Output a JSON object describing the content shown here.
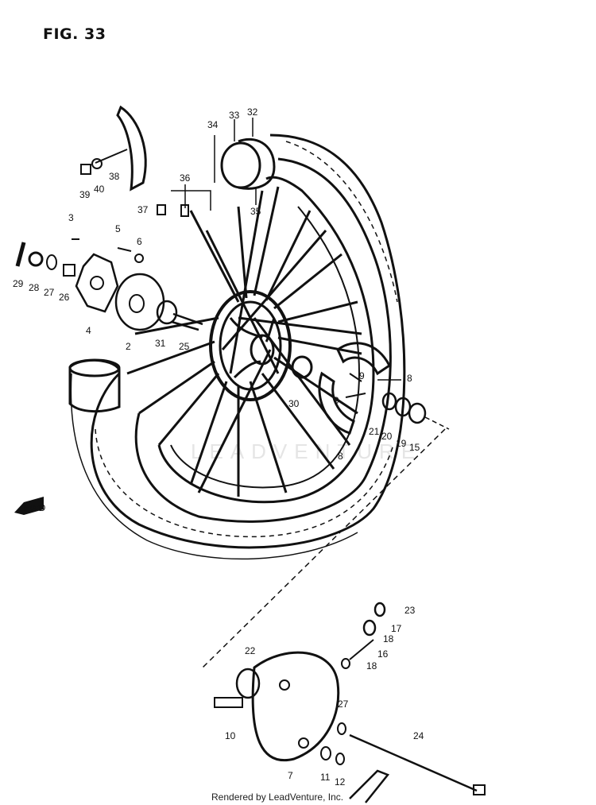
{
  "figure": {
    "title": "FIG. 33",
    "watermark": "LEADVENTURE",
    "footer": "Rendered by LeadVenture, Inc.",
    "fwd_label": "FWD"
  },
  "callouts": [
    {
      "id": "c2",
      "label": "2"
    },
    {
      "id": "c3",
      "label": "3"
    },
    {
      "id": "c4",
      "label": "4"
    },
    {
      "id": "c5",
      "label": "5"
    },
    {
      "id": "c6",
      "label": "6"
    },
    {
      "id": "c7",
      "label": "7"
    },
    {
      "id": "c8a",
      "label": "8"
    },
    {
      "id": "c8b",
      "label": "8"
    },
    {
      "id": "c9a",
      "label": "9"
    },
    {
      "id": "c9b",
      "label": "9"
    },
    {
      "id": "c10",
      "label": "10"
    },
    {
      "id": "c11",
      "label": "11"
    },
    {
      "id": "c12",
      "label": "12"
    },
    {
      "id": "c15",
      "label": "15"
    },
    {
      "id": "c16",
      "label": "16"
    },
    {
      "id": "c17",
      "label": "17"
    },
    {
      "id": "c18a",
      "label": "18"
    },
    {
      "id": "c18b",
      "label": "18"
    },
    {
      "id": "c19",
      "label": "19"
    },
    {
      "id": "c20",
      "label": "20"
    },
    {
      "id": "c21",
      "label": "21"
    },
    {
      "id": "c22",
      "label": "22"
    },
    {
      "id": "c23",
      "label": "23"
    },
    {
      "id": "c24",
      "label": "24"
    },
    {
      "id": "c25",
      "label": "25"
    },
    {
      "id": "c26",
      "label": "26"
    },
    {
      "id": "c27a",
      "label": "27"
    },
    {
      "id": "c27b",
      "label": "27"
    },
    {
      "id": "c28",
      "label": "28"
    },
    {
      "id": "c29",
      "label": "29"
    },
    {
      "id": "c30",
      "label": "30"
    },
    {
      "id": "c31",
      "label": "31"
    },
    {
      "id": "c32",
      "label": "32"
    },
    {
      "id": "c33",
      "label": "33"
    },
    {
      "id": "c34",
      "label": "34"
    },
    {
      "id": "c35",
      "label": "35"
    },
    {
      "id": "c36",
      "label": "36"
    },
    {
      "id": "c37",
      "label": "37"
    },
    {
      "id": "c38",
      "label": "38"
    },
    {
      "id": "c39",
      "label": "39"
    },
    {
      "id": "c40",
      "label": "40"
    }
  ]
}
